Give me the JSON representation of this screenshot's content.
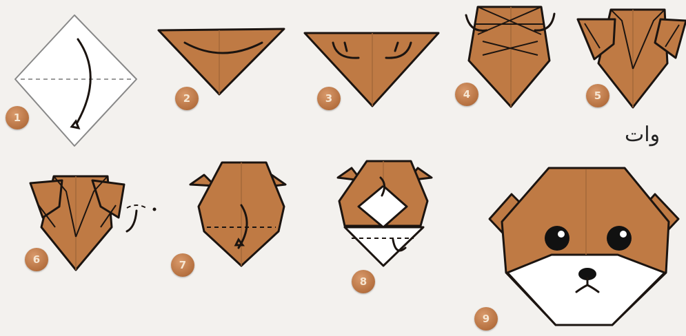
{
  "colors": {
    "paper_brown": "#bf7a44",
    "paper_white": "#ffffff",
    "outline": "#1b1410",
    "badge": "#b5703f"
  },
  "steps": [
    {
      "number": "1"
    },
    {
      "number": "2"
    },
    {
      "number": "3"
    },
    {
      "number": "4"
    },
    {
      "number": "5"
    },
    {
      "number": "6"
    },
    {
      "number": "7"
    },
    {
      "number": "8"
    },
    {
      "number": "9"
    }
  ],
  "caption_fragment": "وات"
}
